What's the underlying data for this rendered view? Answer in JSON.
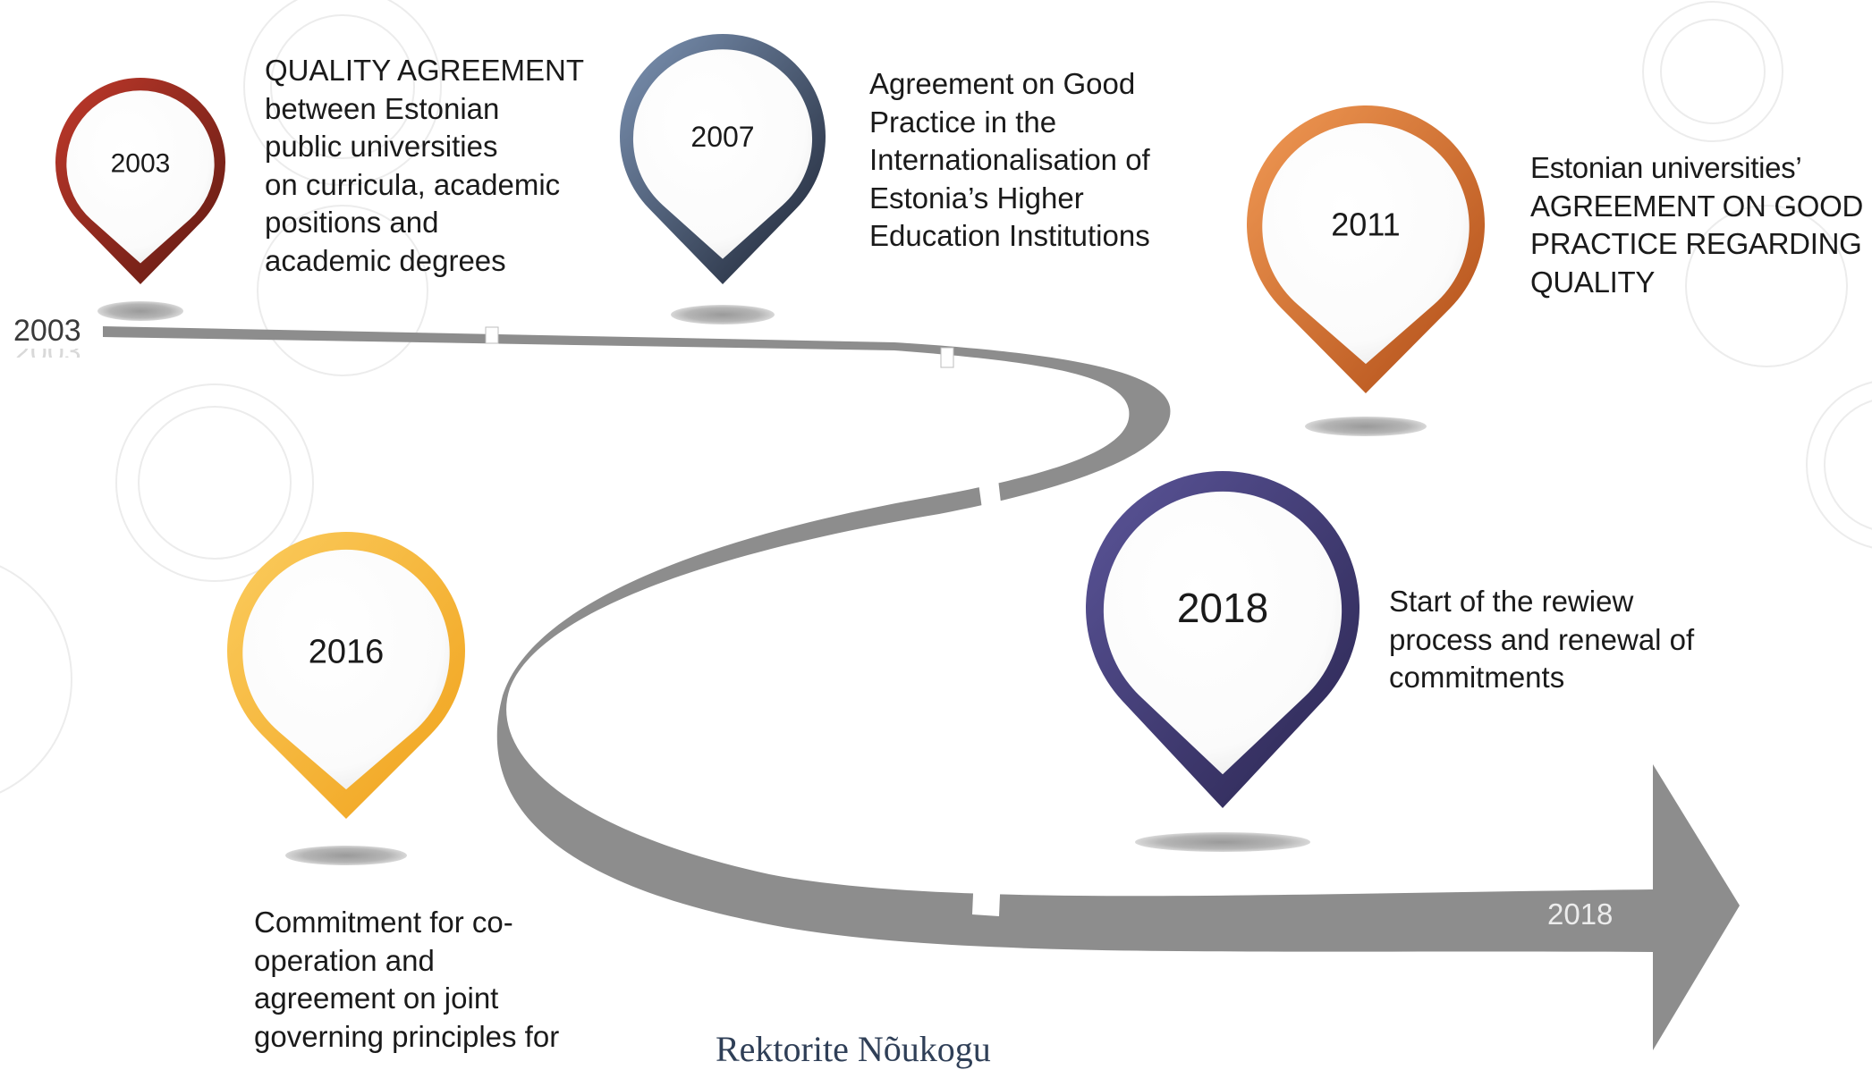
{
  "timeline": {
    "start_label": "2003",
    "start_label_shadow": "2003",
    "end_label": "2018",
    "road_color": "#8c8c8c",
    "road_dark_color": "#6f6f6f"
  },
  "milestones": [
    {
      "id": "m2003",
      "year": "2003",
      "color_light": "#c0392b",
      "color_dark": "#5e1a12",
      "description": "QUALITY AGREEMENT\nbetween Estonian\npublic universities\non curricula, academic\npositions and\nacademic degrees"
    },
    {
      "id": "m2007",
      "year": "2007",
      "color_light": "#7d94b4",
      "color_dark": "#1c2333",
      "description": "Agreement on Good\nPractice in the\nInternationalisation of\nEstonia’s Higher\nEducation Institutions"
    },
    {
      "id": "m2011",
      "year": "2011",
      "color_light": "#f19a55",
      "color_dark": "#b04c16",
      "description": "Estonian universities’\nAGREEMENT ON GOOD\nPRACTICE REGARDING\nQUALITY"
    },
    {
      "id": "m2016",
      "year": "2016",
      "color_light": "#fbcc5e",
      "color_dark": "#f0a21c",
      "description": "Commitment for co-\noperation and\nagreement on joint\ngoverning principles for"
    },
    {
      "id": "m2018",
      "year": "2018",
      "color_light": "#5b5599",
      "color_dark": "#2a2550",
      "description": "Start of the rewiew\nprocess and renewal of\ncommitments"
    }
  ],
  "footer": {
    "text": "Rektorite Nõukogu"
  }
}
